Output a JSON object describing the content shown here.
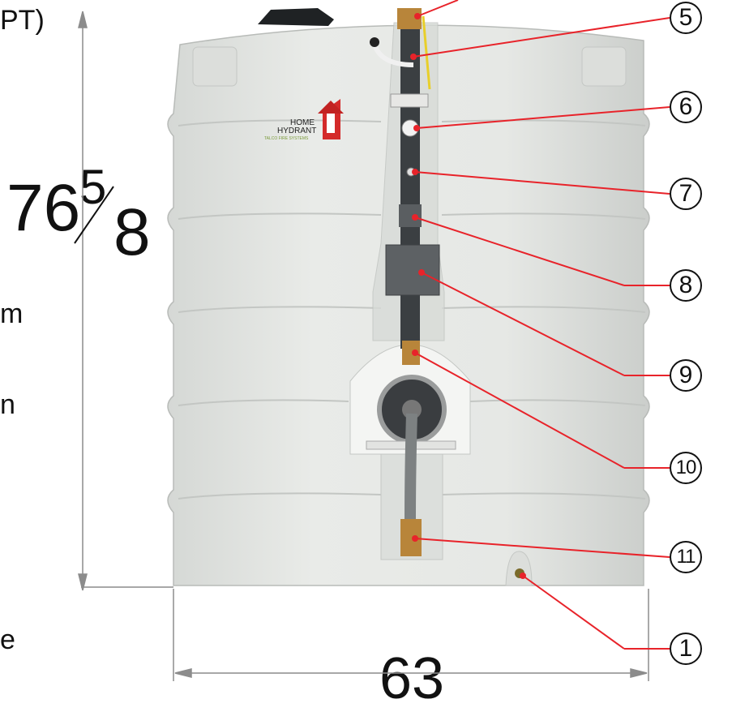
{
  "left_text_fragments": {
    "top": "PT)",
    "mid1": "m",
    "mid2": "n",
    "bottom": "e"
  },
  "dimensions": {
    "height_whole": "76",
    "height_num": "5",
    "height_den": "8",
    "width": "63"
  },
  "callouts": [
    {
      "label": "⑤",
      "target": "fill valve"
    },
    {
      "label": "⑥",
      "target": "upper port"
    },
    {
      "label": "⑦",
      "target": "lower port"
    },
    {
      "label": "⑧",
      "target": "float switch box"
    },
    {
      "label": "⑨",
      "target": "control box"
    },
    {
      "label": "⑩",
      "target": "brass valve"
    },
    {
      "label": "⑪",
      "target": "outlet valve"
    },
    {
      "label": "①",
      "target": "drain"
    }
  ],
  "callout_text": [
    "5",
    "6",
    "7",
    "8",
    "9",
    "10",
    "11",
    "1"
  ],
  "logo_text": {
    "line1": "HOME",
    "line2": "HYDRANT",
    "line3": "TALCO FIRE SYSTEMS"
  },
  "colors": {
    "leader": "#e8232a",
    "tank": "#e4e6e3",
    "tank_shade": "#cfd2cf",
    "pipe": "#3b3f42",
    "brass": "#b8853a",
    "dim_line": "#8c8c8c"
  }
}
